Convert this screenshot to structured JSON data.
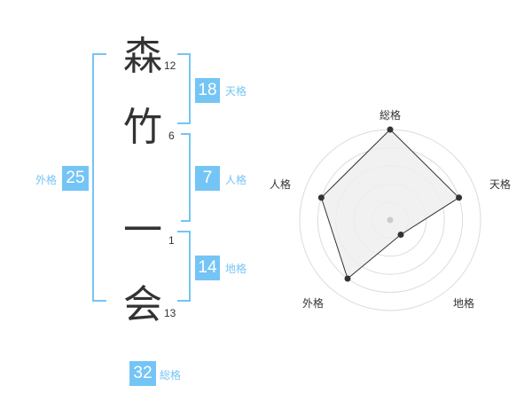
{
  "characters": [
    {
      "char": "森",
      "strokes": "12"
    },
    {
      "char": "竹",
      "strokes": "6"
    },
    {
      "char": "一",
      "strokes": "1"
    },
    {
      "char": "会",
      "strokes": "13"
    }
  ],
  "fortune": {
    "tenkaku": {
      "label": "天格",
      "value": "18"
    },
    "jinkaku": {
      "label": "人格",
      "value": "7"
    },
    "chikaku": {
      "label": "地格",
      "value": "14"
    },
    "gaikaku": {
      "label": "外格",
      "value": "25"
    },
    "soukaku": {
      "label": "総格",
      "value": "32"
    }
  },
  "chart_data": {
    "type": "radar",
    "axes": [
      "総格",
      "天格",
      "地格",
      "外格",
      "人格"
    ],
    "series": [
      {
        "values": [
          5,
          4,
          1,
          4,
          4
        ]
      }
    ],
    "rlim": [
      0,
      5
    ],
    "rings": 5,
    "colors": {
      "line": "#333333",
      "fill": "#efefef",
      "grid": "#dcdcdc",
      "center": "#cccccc"
    }
  }
}
